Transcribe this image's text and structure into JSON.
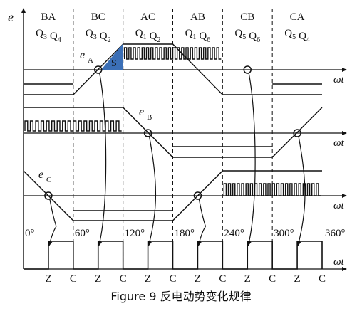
{
  "axis": {
    "y_label": "e",
    "x_label": "ωt"
  },
  "sectors": [
    {
      "name": "BA",
      "switches": "Q3 Q4"
    },
    {
      "name": "BC",
      "switches": "Q3 Q2"
    },
    {
      "name": "AC",
      "switches": "Q1 Q2"
    },
    {
      "name": "AB",
      "switches": "Q1 Q6"
    },
    {
      "name": "CB",
      "switches": "Q5 Q6"
    },
    {
      "name": "CA",
      "switches": "Q5 Q4"
    }
  ],
  "waveforms": [
    {
      "label": "A",
      "sub": "A"
    },
    {
      "label": "B",
      "sub": "B"
    },
    {
      "label": "C",
      "sub": "C"
    }
  ],
  "area_label": "S",
  "angles": [
    "0°",
    "60°",
    "120°",
    "180°",
    "240°",
    "300°",
    "360°"
  ],
  "zc": {
    "z": "Z",
    "c": "C"
  },
  "colors": {
    "area_fill": "#3b6fb6",
    "line": "#111111"
  },
  "caption": "Figure 9  反电动势变化规律"
}
